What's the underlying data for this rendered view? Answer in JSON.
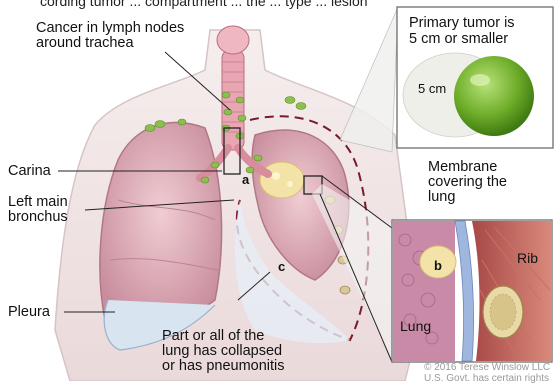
{
  "header_strip": "cording tumor ... compartment ... the ... type ... lesion",
  "labels": {
    "lymph_nodes": [
      "Cancer in lymph nodes",
      "around trachea"
    ],
    "carina": "Carina",
    "left_main_bronchus": [
      "Left main",
      "bronchus"
    ],
    "pleura": "Pleura",
    "collapsed": [
      "Part or all of the",
      "lung has collapsed",
      "or has pneumonitis"
    ],
    "membrane": [
      "Membrane",
      "covering the",
      "lung"
    ]
  },
  "markers": {
    "a": "a",
    "b": "b",
    "c": "c"
  },
  "tumor_inset": {
    "title": [
      "Primary tumor is",
      "5 cm or smaller"
    ],
    "size_label": "5 cm"
  },
  "pleura_inset": {
    "rib_label": "Rib",
    "lung_label": "Lung"
  },
  "credit": [
    "© 2016 Terese Winslow LLC",
    "U.S. Govt. has certain rights"
  ],
  "colors": {
    "lung": "#e2b3bd",
    "lung_dark": "#c98e9d",
    "tumor": "#f3e3a8",
    "lymph_node": "#8bbf4e",
    "lime": "#6fae2a",
    "inset_bg": "#efefea",
    "border": "#777777"
  }
}
